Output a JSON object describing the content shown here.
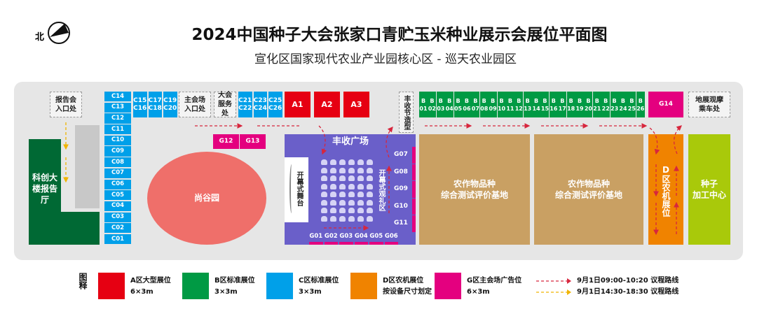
{
  "header": {
    "title": "2024中国种子大会张家口青贮玉米种业展示会展位平面图",
    "subtitle": "宣化区国家现代农业产业园核心区 - 巡天农业园区",
    "compass_label": "北"
  },
  "map": {
    "report_entrance": "报告会入口处",
    "main_entrance": "主会场入口处",
    "service_desk": "大会服务处",
    "harvest_sculpture": "丰收节造型",
    "shuttle_stop": "地展观摩乘车处",
    "science_building": "科创大楼报告厅",
    "shanggu_garden": "尚谷园",
    "harvest_square": "丰收广场",
    "opening_stage": "开幕式舞台",
    "viewing_area": "开幕式观礼区",
    "test_base_1": "农作物品种\n综合测试评价基地",
    "test_base_2": "农作物品种\n综合测试评价基地",
    "d_zone": "D区农机展位",
    "seed_center": "种子\n加工中心",
    "a_booths": [
      "A1",
      "A2",
      "A3"
    ],
    "c_column": [
      "C14",
      "C13",
      "C12",
      "C11",
      "C10",
      "C09",
      "C08",
      "C07",
      "C06",
      "C05",
      "C04",
      "C03",
      "C02",
      "C01"
    ],
    "c_top_left": [
      [
        "C15",
        "C16"
      ],
      [
        "C17",
        "C18"
      ],
      [
        "C19",
        "C20"
      ]
    ],
    "c_top_right": [
      [
        "C21",
        "C22"
      ],
      [
        "C23",
        "C24"
      ],
      [
        "C25",
        "C26"
      ]
    ],
    "b_booths": [
      "01",
      "02",
      "03",
      "04",
      "05",
      "06",
      "07",
      "08",
      "09",
      "10",
      "11",
      "12",
      "13",
      "14",
      "15",
      "16",
      "17",
      "18",
      "19",
      "20",
      "21",
      "22",
      "23",
      "24",
      "25",
      "26"
    ],
    "b_prefix": "B",
    "g_top": [
      "G12",
      "G13"
    ],
    "g_right": [
      "G07",
      "G08",
      "G09",
      "G10",
      "G11"
    ],
    "g_bottom": [
      "G01",
      "G02",
      "G03",
      "G04",
      "G05",
      "G06"
    ],
    "g14": "G14"
  },
  "legend": {
    "title": "图释",
    "items": [
      {
        "name": "A区大型展位",
        "size": "6×3m",
        "color": "#e60012"
      },
      {
        "name": "B区标准展位",
        "size": "3×3m",
        "color": "#009a44"
      },
      {
        "name": "C区标准展位",
        "size": "3×3m",
        "color": "#00a0e9"
      },
      {
        "name": "D区农机展位",
        "size": "按设备尺寸划定",
        "color": "#f08300"
      },
      {
        "name": "G区主会场广告位",
        "size": "6×3m",
        "color": "#e4007f"
      }
    ],
    "routes": [
      {
        "label": "9月1日09:00-10:20 议程路线",
        "color": "#d7263d"
      },
      {
        "label": "9月1日14:30-18:30 议程路线",
        "color": "#f0b400"
      }
    ]
  }
}
